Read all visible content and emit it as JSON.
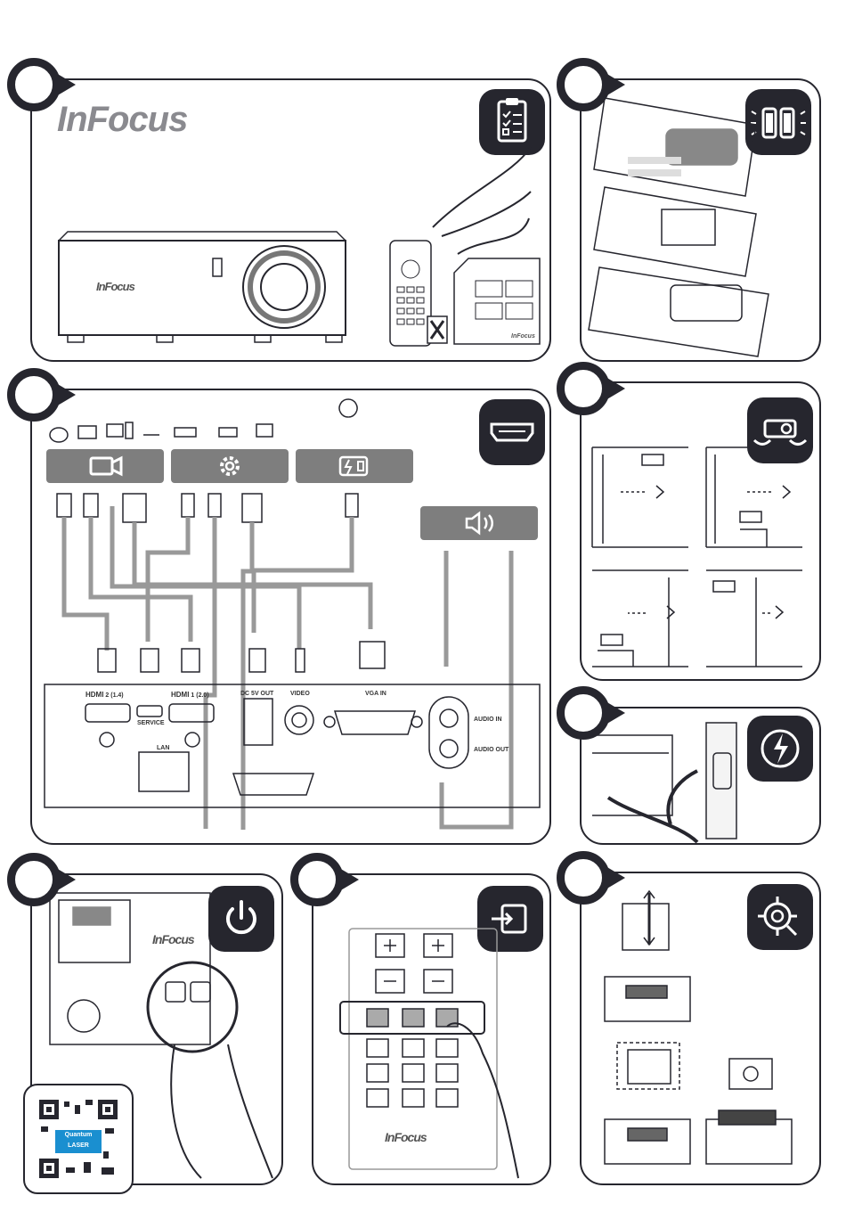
{
  "brand": {
    "name": "InFocus"
  },
  "colors": {
    "dark": "#26262e",
    "gray": "#7e7e7e",
    "blue": "#1a8fd0"
  },
  "ports": {
    "hdmi2": "2 (1.4)",
    "hdmi1": "1 (2.0)",
    "service": "SERVICE",
    "dc_out": "DC 5V OUT",
    "video": "VIDEO",
    "vga_in": "VGA IN",
    "lan": "LAN",
    "audio_in": "AUDIO IN",
    "audio_out": "AUDIO OUT"
  },
  "qr": {
    "badge_line1": "Quantum",
    "badge_line2": "LASER"
  },
  "icons": {
    "panel1": "clipboard-checklist-icon",
    "panel2": "battery-icon",
    "panel3": "hdmi-icon",
    "panel4": "projector-hands-icon",
    "panel5": "power-plug-icon",
    "panel6": "power-icon",
    "panel7": "input-source-icon",
    "panel8": "focus-target-icon"
  }
}
